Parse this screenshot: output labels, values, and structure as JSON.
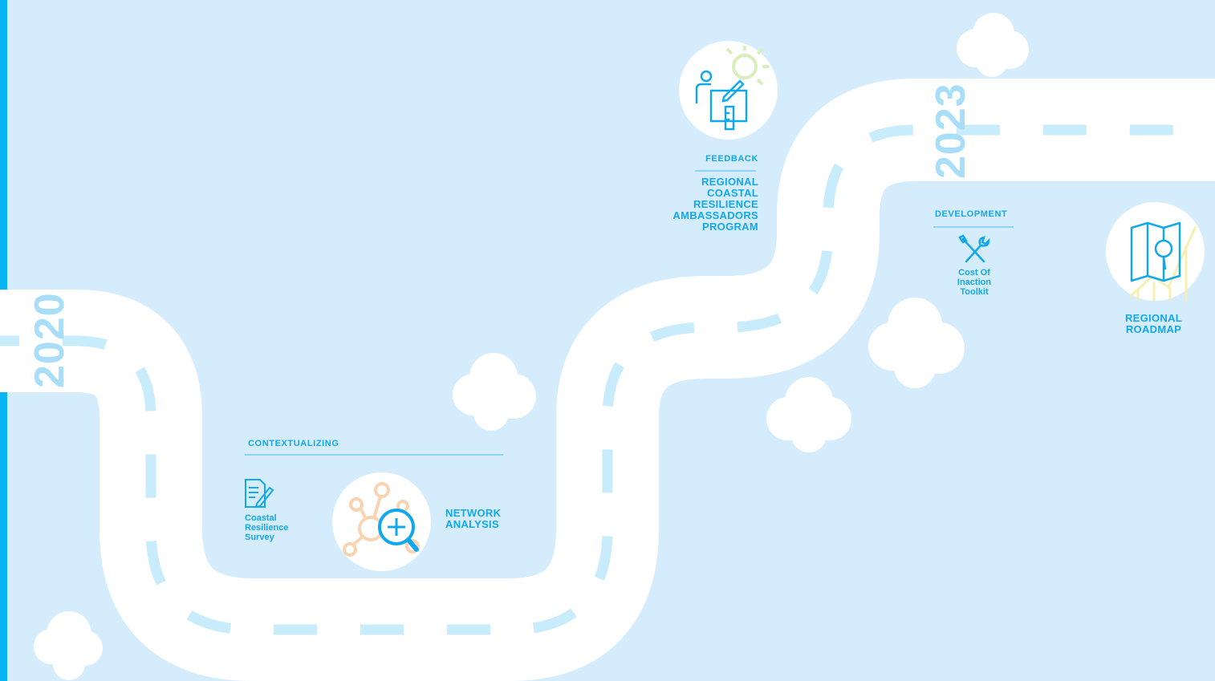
{
  "years": {
    "start": "2020",
    "end": "2023"
  },
  "stages": {
    "contextualizing": {
      "heading": "CONTEXTUALIZING",
      "item1": "Coastal Resilience Survey",
      "item2": "NETWORK ANALYSIS"
    },
    "feedback": {
      "heading": "FEEDBACK",
      "item": "REGIONAL COASTAL RESILIENCE AMBASSADORS PROGRAM"
    },
    "development": {
      "heading": "DEVELOPMENT",
      "item1": "Cost Of Inaction Toolkit",
      "item2": "REGIONAL ROADMAP"
    }
  },
  "icons": {
    "survey": "survey-document-icon",
    "network": "network-magnifier-icon",
    "feedback": "planner-person-icon",
    "toolkit": "tools-icon",
    "roadmap": "map-pin-icon"
  },
  "colors": {
    "background": "#d5ecfc",
    "accent": "#12a8ee",
    "road": "#ffffff",
    "dash": "#c8ecfb",
    "edge": "#08b4f4"
  }
}
